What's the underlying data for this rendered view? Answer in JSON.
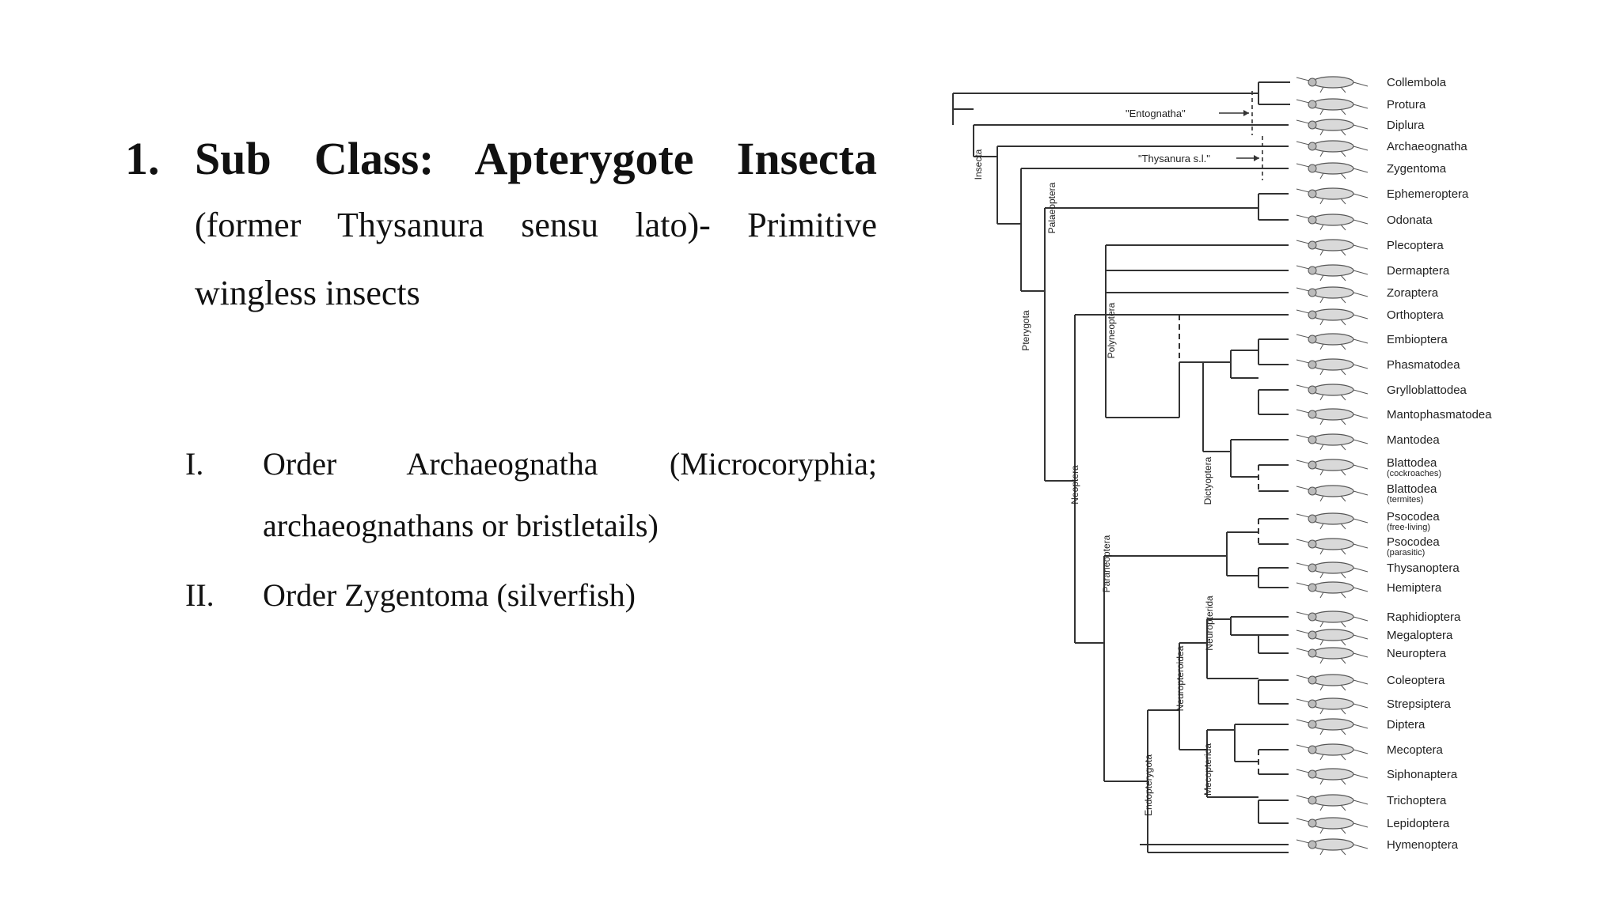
{
  "heading": {
    "number": "1.",
    "title": "Sub Class: Apterygote Insecta",
    "subtitle": "(former Thysanura sensu lato)- Primitive wingless insects"
  },
  "orders": [
    {
      "numeral": "I.",
      "text": "Order Archaeognatha (Microcoryphia; archaeognathans or bristletails)"
    },
    {
      "numeral": "II.",
      "text": "Order Zygentoma (silverfish)"
    }
  ],
  "tree": {
    "callouts": [
      {
        "id": "entognatha",
        "label": "\"Entognatha\""
      },
      {
        "id": "thysanura",
        "label": "\"Thysanura s.l.\""
      }
    ],
    "clades": [
      {
        "id": "insecta",
        "label": "Insecta"
      },
      {
        "id": "pterygota",
        "label": "Pterygota"
      },
      {
        "id": "palaeoptera",
        "label": "Palaeoptera"
      },
      {
        "id": "neoptera",
        "label": "Neoptera"
      },
      {
        "id": "polyneoptera",
        "label": "Polyneoptera"
      },
      {
        "id": "dictyoptera",
        "label": "Dictyoptera"
      },
      {
        "id": "paraneoptera",
        "label": "Paraneoptera"
      },
      {
        "id": "endopterygota",
        "label": "Endopterygota"
      },
      {
        "id": "neuropteroidea",
        "label": "Neuropteroidea"
      },
      {
        "id": "neuropterida",
        "label": "Neuropterida"
      },
      {
        "id": "mecopterida",
        "label": "Mecopterida"
      }
    ],
    "taxa": [
      {
        "name": "Collembola"
      },
      {
        "name": "Protura"
      },
      {
        "name": "Diplura"
      },
      {
        "name": "Archaeognatha"
      },
      {
        "name": "Zygentoma"
      },
      {
        "name": "Ephemeroptera"
      },
      {
        "name": "Odonata"
      },
      {
        "name": "Plecoptera"
      },
      {
        "name": "Dermaptera"
      },
      {
        "name": "Zoraptera"
      },
      {
        "name": "Orthoptera"
      },
      {
        "name": "Embioptera"
      },
      {
        "name": "Phasmatodea"
      },
      {
        "name": "Grylloblattodea"
      },
      {
        "name": "Mantophasmatodea"
      },
      {
        "name": "Mantodea"
      },
      {
        "name": "Blattodea",
        "note": "(cockroaches)"
      },
      {
        "name": "Blattodea",
        "note": "(termites)"
      },
      {
        "name": "Psocodea",
        "note": "(free-living)"
      },
      {
        "name": "Psocodea",
        "note": "(parasitic)"
      },
      {
        "name": "Thysanoptera"
      },
      {
        "name": "Hemiptera"
      },
      {
        "name": "Raphidioptera"
      },
      {
        "name": "Megaloptera"
      },
      {
        "name": "Neuroptera"
      },
      {
        "name": "Coleoptera"
      },
      {
        "name": "Strepsiptera"
      },
      {
        "name": "Diptera"
      },
      {
        "name": "Mecoptera"
      },
      {
        "name": "Siphonaptera"
      },
      {
        "name": "Trichoptera"
      },
      {
        "name": "Lepidoptera"
      },
      {
        "name": "Hymenoptera"
      }
    ]
  }
}
